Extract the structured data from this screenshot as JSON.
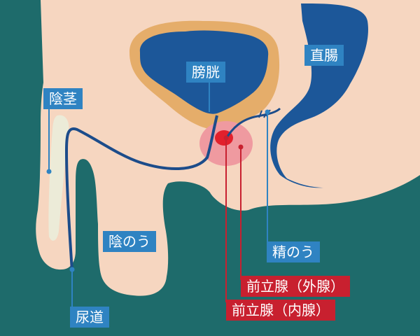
{
  "labels": {
    "bladder": "膀胱",
    "rectum": "直腸",
    "penis": "陰茎",
    "scrotum": "陰のう",
    "seminal_vesicle": "精のう",
    "prostate_outer": "前立腺（外腺）",
    "prostate_inner": "前立腺（内腺）",
    "urethra": "尿道"
  },
  "colors": {
    "background": "#1e6b6b",
    "skin": "#f6d6c0",
    "bladder_wall": "#e5ad6a",
    "organ_blue": "#1c5799",
    "prostate_outer": "#ef9aa0",
    "prostate_inner": "#e2202c",
    "duct_line": "#1c4c8a",
    "label_blue": "#2f83c2",
    "label_red": "#c8202f"
  }
}
